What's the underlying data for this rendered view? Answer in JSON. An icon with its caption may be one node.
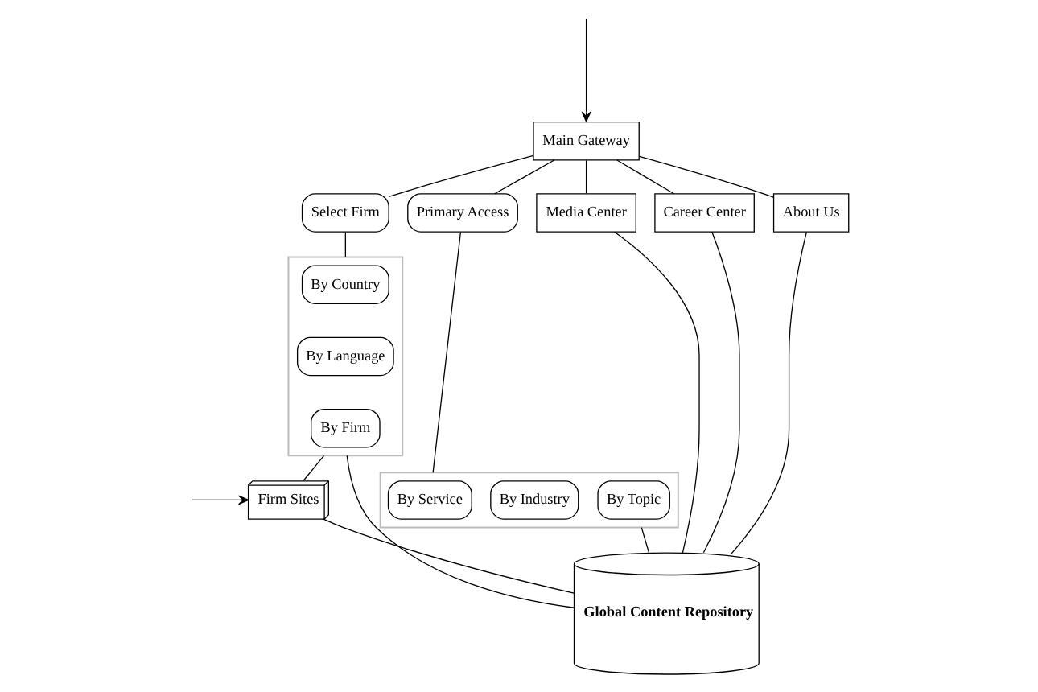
{
  "diagram": {
    "nodes": [
      {
        "text": [
          "Main Gateway"
        ]
      },
      {
        "text": [
          "Select Firm"
        ]
      },
      {
        "text": [
          "Primary Access"
        ]
      },
      {
        "text": [
          "Media Center"
        ]
      },
      {
        "text": [
          "Career Center"
        ]
      },
      {
        "text": [
          "About Us"
        ]
      },
      {
        "text": [],
        "shape": "box"
      },
      {
        "text": [
          "By Country"
        ],
        "in": 6
      },
      {
        "text": [
          "By Language"
        ],
        "in": 6
      },
      {
        "text": [
          "By Firm"
        ],
        "in": 6
      },
      {
        "text": [],
        "shape": "box"
      },
      {
        "text": [
          "By Service"
        ],
        "in": 10
      },
      {
        "text": [
          "By Industry"
        ],
        "in": 10
      },
      {
        "text": [
          "By Topic"
        ],
        "in": 10
      },
      {
        "text": [
          "Global Content Repository"
        ]
      },
      {
        "text": [
          "Firm Sites"
        ]
      }
    ],
    "edges": [
      {
        "from": null,
        "to": 0,
        "arrow": "to"
      },
      {
        "from": 0,
        "to": 1,
        "arrow": "none"
      },
      {
        "from": 0,
        "to": 2,
        "arrow": "none"
      },
      {
        "from": 0,
        "to": 3,
        "arrow": "none"
      },
      {
        "from": 0,
        "to": 4,
        "arrow": "none"
      },
      {
        "from": 0,
        "to": 5,
        "arrow": "none"
      },
      {
        "from": 1,
        "to": 6,
        "arrow": "none"
      },
      {
        "from": 2,
        "to": 10,
        "arrow": "none"
      },
      {
        "from": 6,
        "to": 15,
        "arrow": "none"
      },
      {
        "from": 6,
        "to": 14,
        "arrow": "none"
      },
      {
        "from": 15,
        "to": 14,
        "arrow": "none"
      },
      {
        "from": 10,
        "to": 14,
        "arrow": "none"
      },
      {
        "from": 3,
        "to": 14,
        "arrow": "none"
      },
      {
        "from": 4,
        "to": 14,
        "arrow": "none"
      },
      {
        "from": 5,
        "to": 14,
        "arrow": "none"
      },
      {
        "from": null,
        "to": 15,
        "arrow": "to"
      }
    ]
  }
}
